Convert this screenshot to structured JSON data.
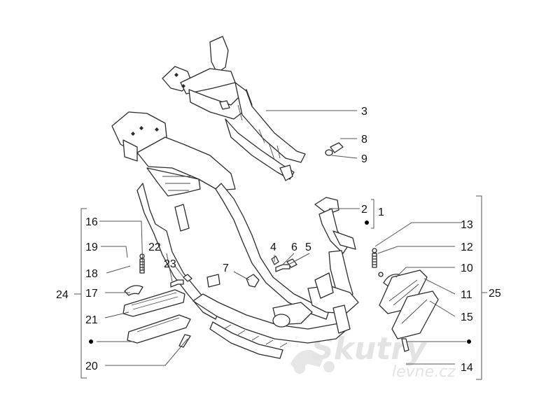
{
  "watermark": {
    "brand": "Skutry",
    "sub": "levne.cz"
  },
  "callouts": {
    "c1": "1",
    "c2": "2",
    "c3": "3",
    "c4": "4",
    "c5": "5",
    "c6": "6",
    "c7": "7",
    "c8": "8",
    "c9": "9",
    "c10": "10",
    "c11": "11",
    "c12": "12",
    "c13": "13",
    "c14": "14",
    "c15": "15",
    "c16": "16",
    "c17": "17",
    "c18": "18",
    "c19": "19",
    "c20": "20",
    "c21": "21",
    "c22": "22",
    "c23": "23",
    "c24": "24",
    "c25": "25"
  },
  "colors": {
    "line": "#2b2b2b",
    "watermark": "#e3e3e3"
  }
}
